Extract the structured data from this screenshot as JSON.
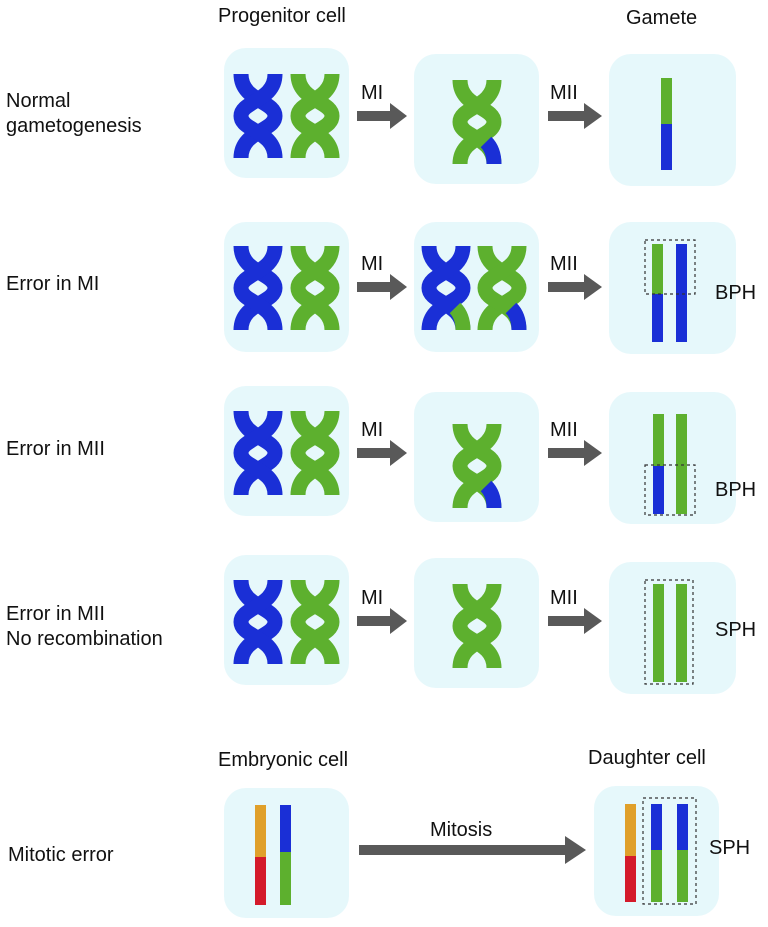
{
  "headers": {
    "progenitor": "Progenitor cell",
    "gamete": "Gamete",
    "embryonic": "Embryonic cell",
    "daughter": "Daughter cell"
  },
  "rows": [
    {
      "label_line1": "Normal",
      "label_line2": "gametogenesis",
      "step1": "MI",
      "step2": "MII",
      "result": ""
    },
    {
      "label_line1": "Error in MI",
      "label_line2": "",
      "step1": "MI",
      "step2": "MII",
      "result": "BPH"
    },
    {
      "label_line1": "Error in MII",
      "label_line2": "",
      "step1": "MI",
      "step2": "MII",
      "result": "BPH"
    },
    {
      "label_line1": "Error in MII",
      "label_line2": "No recombination",
      "step1": "MI",
      "step2": "MII",
      "result": "SPH"
    }
  ],
  "mitotic": {
    "label": "Mitotic error",
    "step": "Mitosis",
    "result": "SPH"
  },
  "colors": {
    "blue": "#1a2fd6",
    "green": "#5db02e",
    "orange": "#e0a02a",
    "red": "#d41a2a",
    "arrow": "#595959",
    "cell": "#e6f8fb"
  }
}
